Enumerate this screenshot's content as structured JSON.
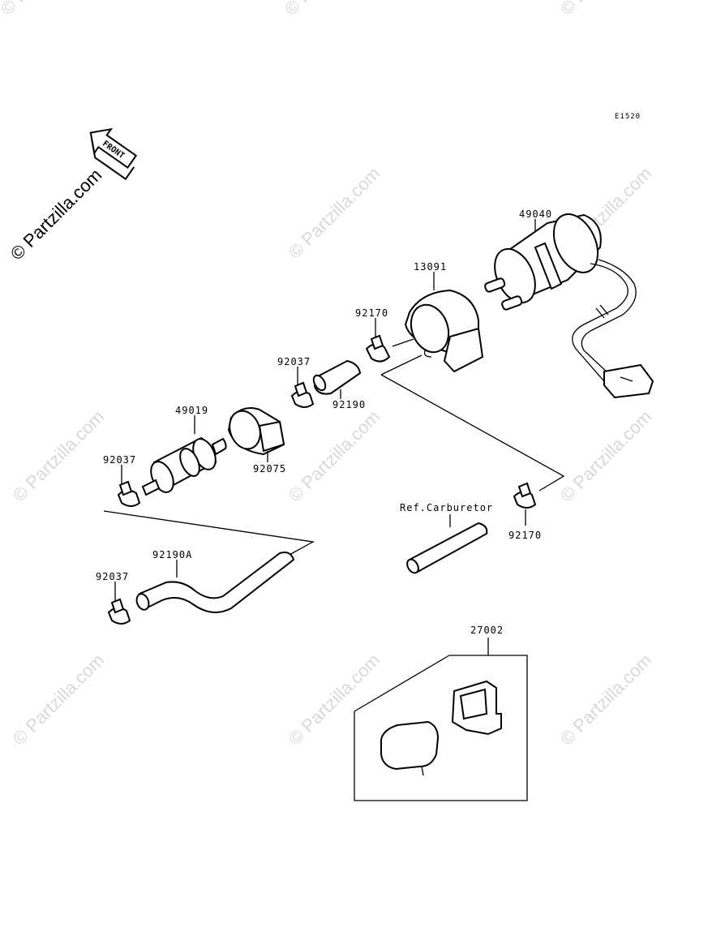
{
  "diagram_code": "E1520",
  "watermark": "© Partzilla.com",
  "front_label": "FRONT",
  "labels": {
    "p49040": "49040",
    "p13091": "13091",
    "p92170_top": "92170",
    "p92037_mid": "92037",
    "p92190": "92190",
    "p49019": "49019",
    "p92075": "92075",
    "p92037_left": "92037",
    "p92190A": "92190A",
    "p92037_bottom": "92037",
    "ref_carburetor": "Ref.Carburetor",
    "p92170_right": "92170",
    "p27002": "27002"
  }
}
